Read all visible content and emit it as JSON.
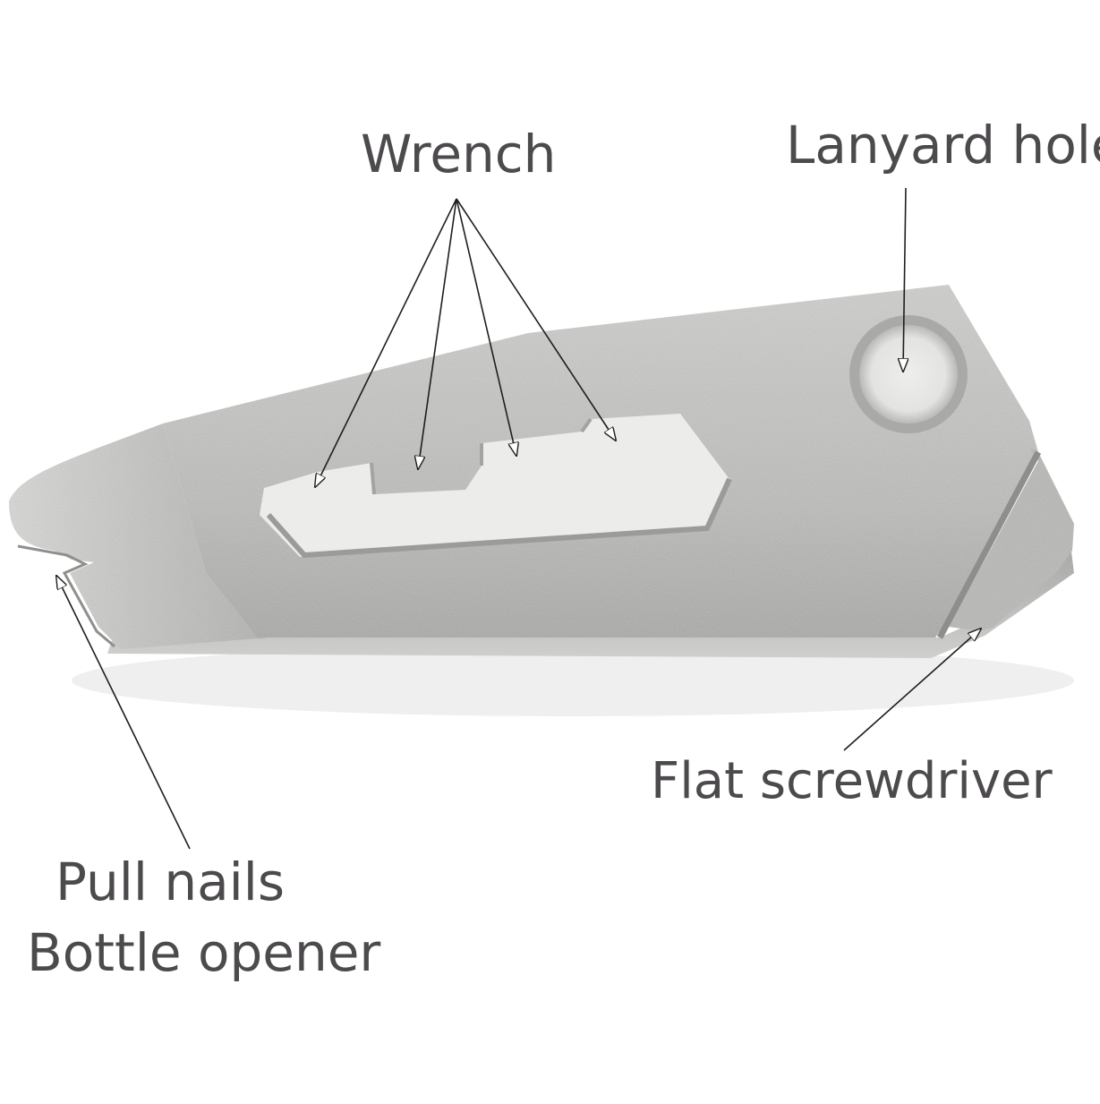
{
  "labels": {
    "wrench": "Wrench",
    "lanyard_hole": "Lanyard hole",
    "flat_screwdriver": "Flat screwdriver",
    "pull_nails": "Pull nails",
    "bottle_opener": "Bottle opener"
  },
  "colors": {
    "label_text": "#4d4a4d",
    "tool_metal": "#bcbcbb",
    "tool_shadow": "#9d9d9b",
    "background": "#ffffff"
  }
}
